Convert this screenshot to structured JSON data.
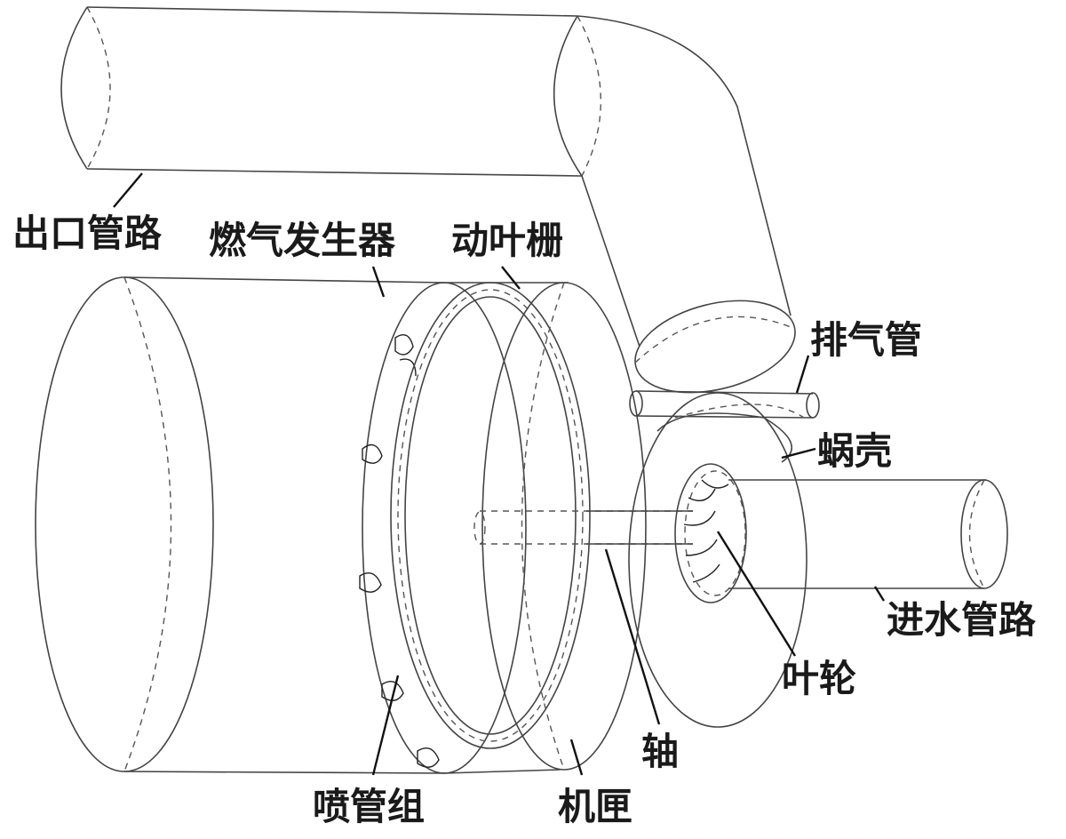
{
  "labels": {
    "outlet_pipe": "出口管路",
    "gas_generator": "燃气发生器",
    "rotor_cascade": "动叶栅",
    "exhaust_pipe": "排气管",
    "volute": "蜗壳",
    "inlet_pipe": "进水管路",
    "impeller": "叶轮",
    "shaft": "轴",
    "nozzle_group": "喷管组",
    "casing": "机匣"
  }
}
